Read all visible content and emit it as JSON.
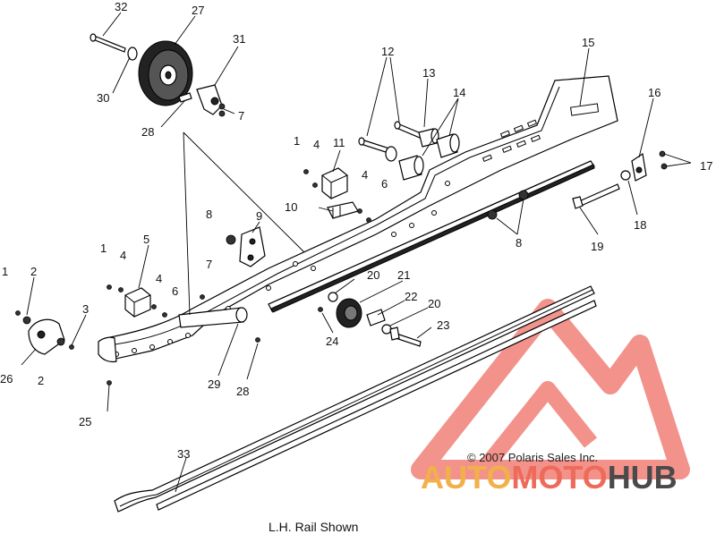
{
  "caption": "L.H. Rail Shown",
  "copyright": "© 2007 Polaris Sales Inc.",
  "watermark": {
    "part1": "AUTO",
    "part2": "MOTO",
    "part3": "HUB",
    "colors": {
      "auto": "#f2b04a",
      "moto": "#ee6b5a",
      "hub": "#4a4a4a",
      "triangle": "#e83a2e"
    }
  },
  "callouts": {
    "c32": "32",
    "c27": "27",
    "c31": "31",
    "c30": "30",
    "c28a": "28",
    "c7a": "7",
    "c12": "12",
    "c13": "13",
    "c14": "14",
    "c15": "15",
    "c16": "16",
    "c17": "17",
    "c1a": "1",
    "c4a": "4",
    "c11": "11",
    "c4b": "4",
    "c6a": "6",
    "c10": "10",
    "c8a": "8",
    "c9": "9",
    "c8b": "8",
    "c18": "18",
    "c19": "19",
    "c1b": "1",
    "c4c": "4",
    "c5": "5",
    "c4d": "4",
    "c6b": "6",
    "c7b": "7",
    "c1c": "1",
    "c2a": "2",
    "c3": "3",
    "c26": "26",
    "c2b": "2",
    "c25": "25",
    "c20a": "20",
    "c21": "21",
    "c22": "22",
    "c20b": "20",
    "c23": "23",
    "c24": "24",
    "c29": "29",
    "c28b": "28",
    "c33": "33"
  }
}
